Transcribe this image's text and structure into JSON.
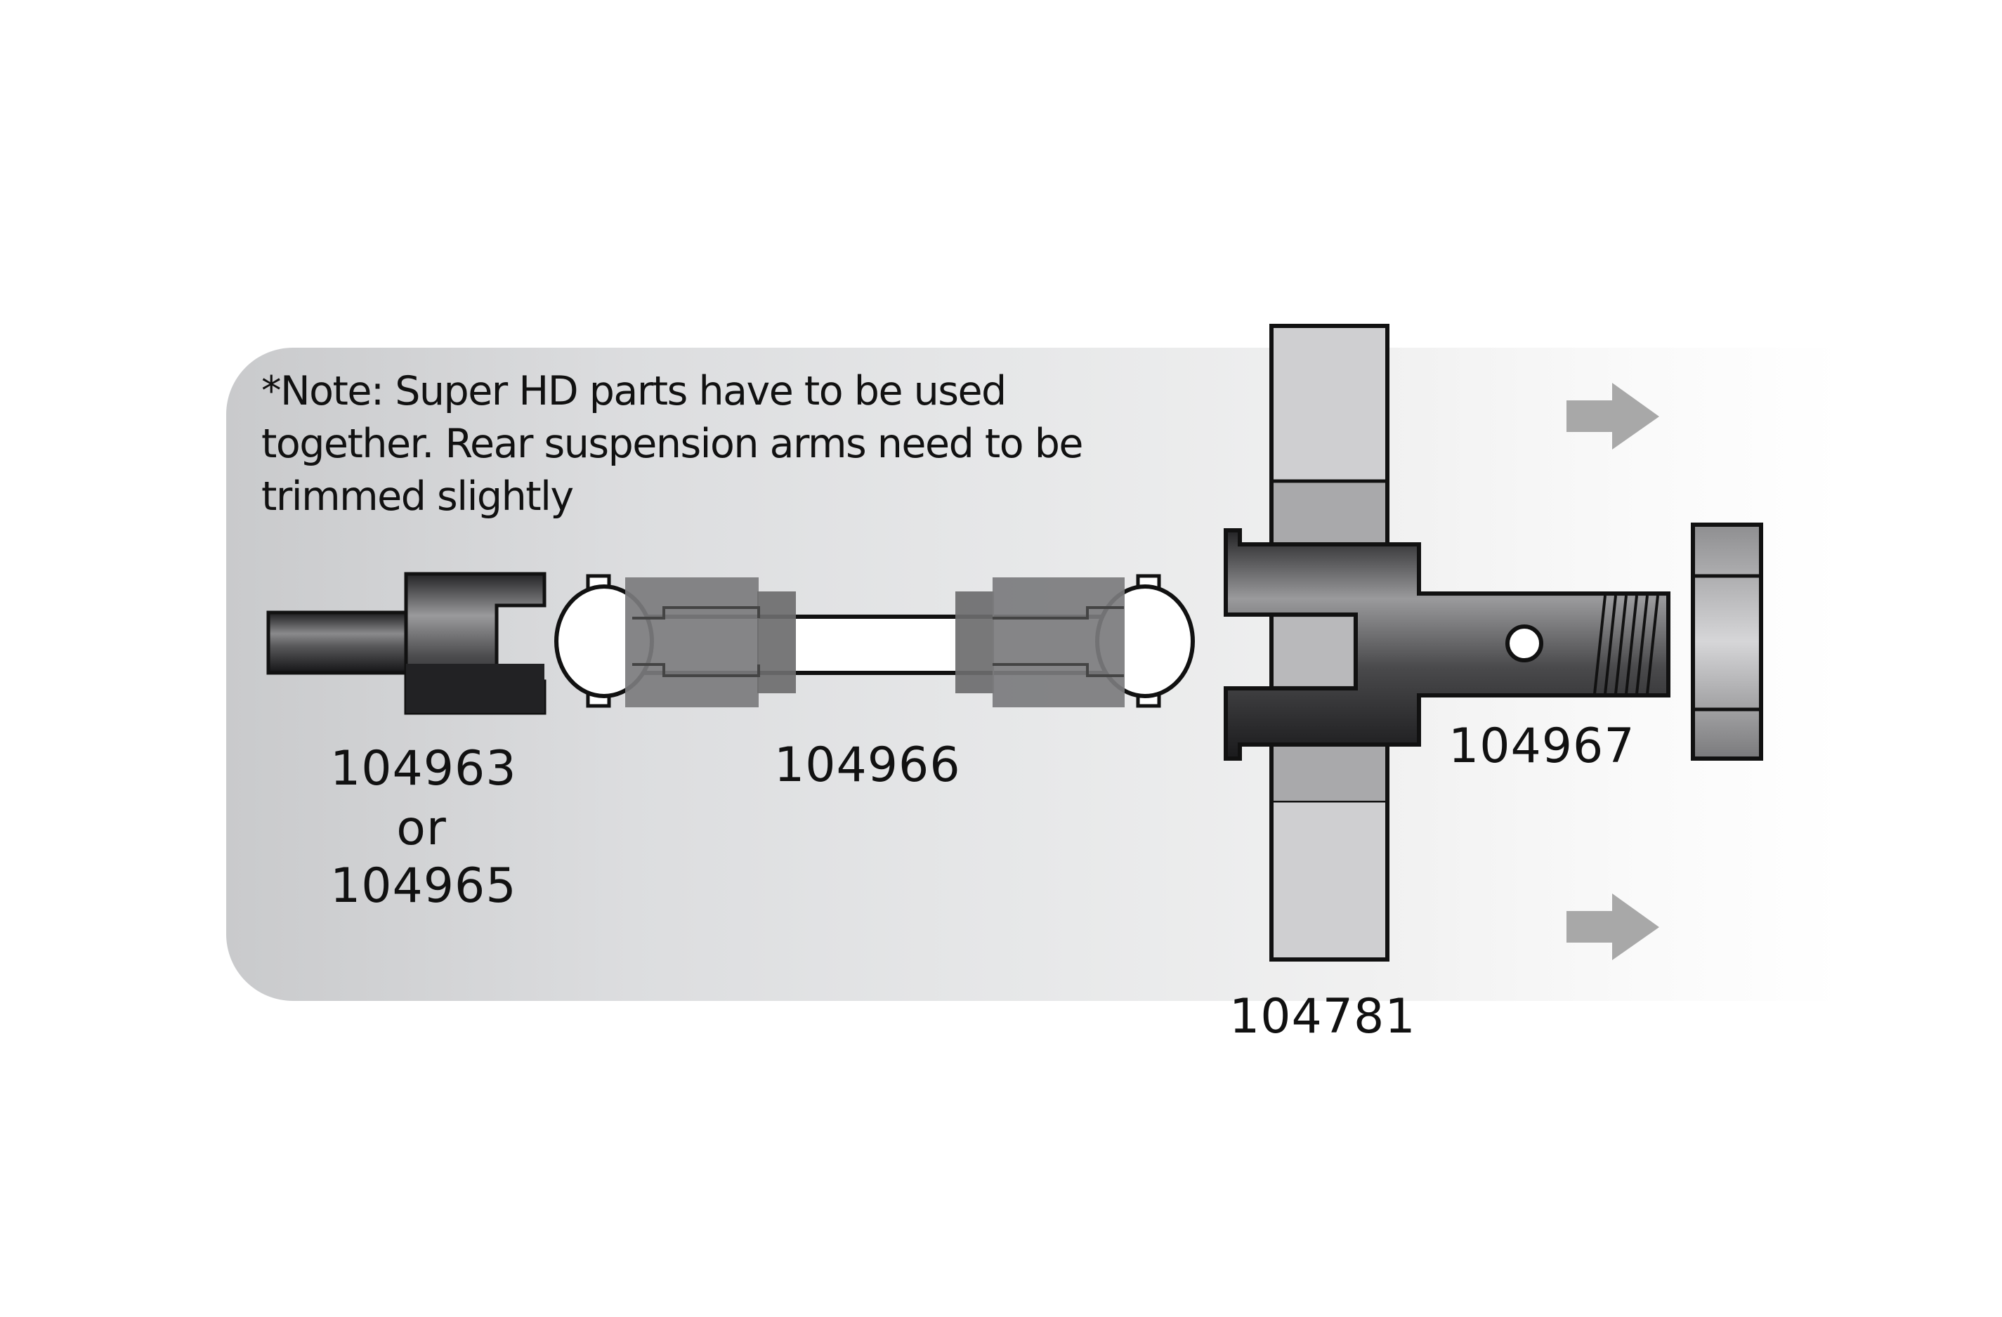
{
  "note": "*Note: Super HD parts have to be used together. Rear suspension arms need to be trimmed slightly",
  "parts": [
    {
      "id": "part-outdrive",
      "label": "104963",
      "alt_label": "104965",
      "joiner": "or"
    },
    {
      "id": "part-driveshaft",
      "label": "104966"
    },
    {
      "id": "part-bearing",
      "label": "104781"
    },
    {
      "id": "part-axle",
      "label": "104967"
    },
    {
      "id": "part-nut",
      "label": ""
    }
  ],
  "arrows": [
    {
      "name": "direction-arrow-top",
      "direction": "right"
    },
    {
      "name": "direction-arrow-bottom",
      "direction": "right"
    }
  ],
  "colors": {
    "outline": "#111111",
    "metal_dark": "#2e2e30",
    "metal_mid": "#6a6a6c",
    "cup_gray": "#7b7b7d",
    "bearing_light": "#cfcfd1",
    "bearing_mid": "#a9a9ab",
    "arrow_gray": "#a8a8a8"
  }
}
